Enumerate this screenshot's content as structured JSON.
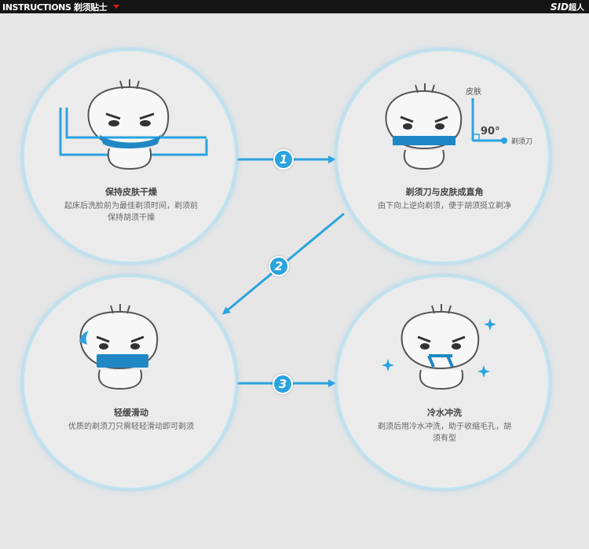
{
  "header": {
    "title": "INSTRUCTIONS 剃须贴士",
    "brand": "SID",
    "brand_cn": "超人"
  },
  "steps": [
    {
      "number": "1"
    },
    {
      "number": "2"
    },
    {
      "number": "3"
    }
  ],
  "cards": [
    {
      "title": "保持皮肤干燥",
      "desc_line1": "起床后洗脸前为最佳剃须时间，剃须前",
      "desc_line2": "保持胡须干燥"
    },
    {
      "title": "剃须刀与皮肤成直角",
      "desc_line1": "由下向上逆向剃须，便于胡须挺立剃净",
      "desc_line2": "",
      "diagram": {
        "skin_label": "皮肤",
        "angle_label": "90°",
        "razor_label": "剃须刀"
      }
    },
    {
      "title": "轻缓滑动",
      "desc_line1": "优质的剃须刀只需轻轻滑动即可剃须",
      "desc_line2": ""
    },
    {
      "title": "冷水冲洗",
      "desc_line1": "剃须后用冷水冲洗，助于收缩毛孔，胡",
      "desc_line2": "须有型"
    }
  ],
  "colors": {
    "accent_blue": "#2ba3de",
    "mask_blue": "#1f88c4",
    "header_bg": "#151515",
    "header_triangle": "#e21c1c"
  },
  "icons": [
    "down-triangle-icon",
    "sparkle-icon",
    "swipe-mark-icon"
  ]
}
